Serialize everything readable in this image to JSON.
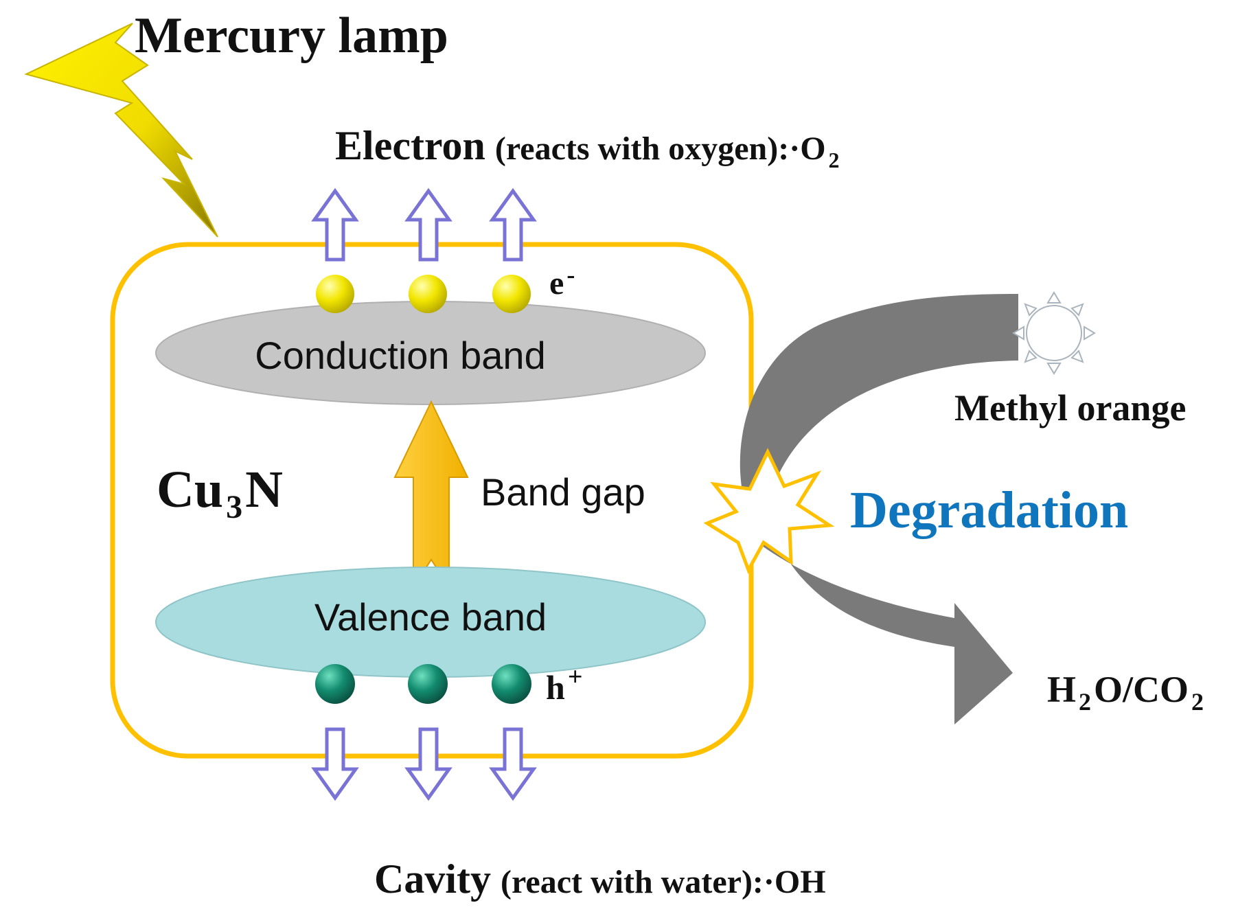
{
  "title": {
    "text": "Mercury lamp"
  },
  "electron": {
    "main": "Electron",
    "detail": "(reacts with oxygen):·O",
    "sub": "2"
  },
  "cavity": {
    "main": "Cavity",
    "detail": "(react with water):·OH"
  },
  "bands": {
    "conduction": "Conduction band",
    "valence": "Valence band",
    "gap": "Band gap"
  },
  "carriers": {
    "electron_symbol": "e",
    "electron_charge": "-",
    "hole_symbol": "h",
    "hole_charge": "+"
  },
  "material": {
    "prefix": "Cu",
    "sub": "3",
    "suffix": "N"
  },
  "reaction": {
    "reactant": "Methyl orange",
    "process": "Degradation",
    "product_h2o_a": "H",
    "product_h2o_sub": "2",
    "product_mid": "O/CO",
    "product_co2_sub": "2"
  },
  "colors": {
    "frame": "#ffc000",
    "conduction_fill": "#c6c6c6",
    "valence_fill": "#a9dcdf",
    "gap_arrow": "#ffc000",
    "electron_dot": "#f2e600",
    "hole_dot": "#138c6f",
    "transfer_arrow": "#7a73d6",
    "curved_arrow": "#7a7a7a",
    "degradation_text": "#0f75bc",
    "lightning": "#f5e800"
  }
}
